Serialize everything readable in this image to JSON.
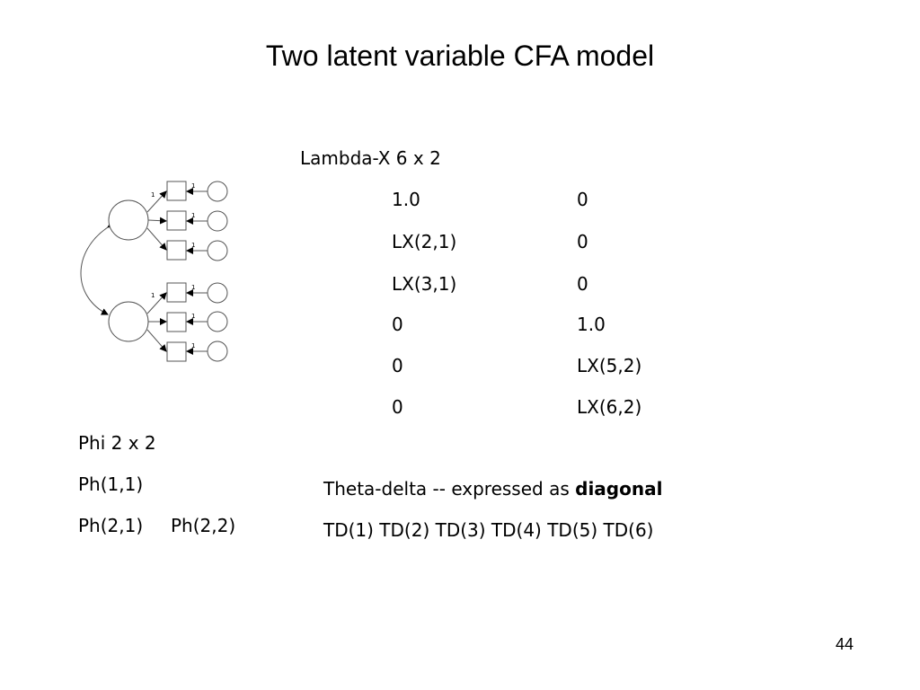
{
  "title": "Two latent variable CFA model",
  "lambda": {
    "heading": "Lambda-X   6 x 2",
    "rows": [
      [
        "1.0",
        "0"
      ],
      [
        "LX(2,1)",
        "0"
      ],
      [
        "LX(3,1)",
        "0"
      ],
      [
        "0",
        "1.0"
      ],
      [
        "0",
        "LX(5,2)"
      ],
      [
        "0",
        "LX(6,2)"
      ]
    ]
  },
  "phi": {
    "heading": "Phi  2 x 2",
    "row1": "Ph(1,1)",
    "row2_a": "Ph(2,1)",
    "row2_b": "Ph(2,2)"
  },
  "theta": {
    "heading_prefix": "Theta-delta  -- expressed as ",
    "heading_bold": "diagonal",
    "line": "TD(1) TD(2) TD(3) TD(4) TD(5) TD(6)"
  },
  "diagram": {
    "latent_loading_labels": [
      "1",
      "1"
    ],
    "error_loading_labels": [
      "1",
      "1",
      "1",
      "1",
      "1",
      "1"
    ]
  },
  "slide_number": "44"
}
